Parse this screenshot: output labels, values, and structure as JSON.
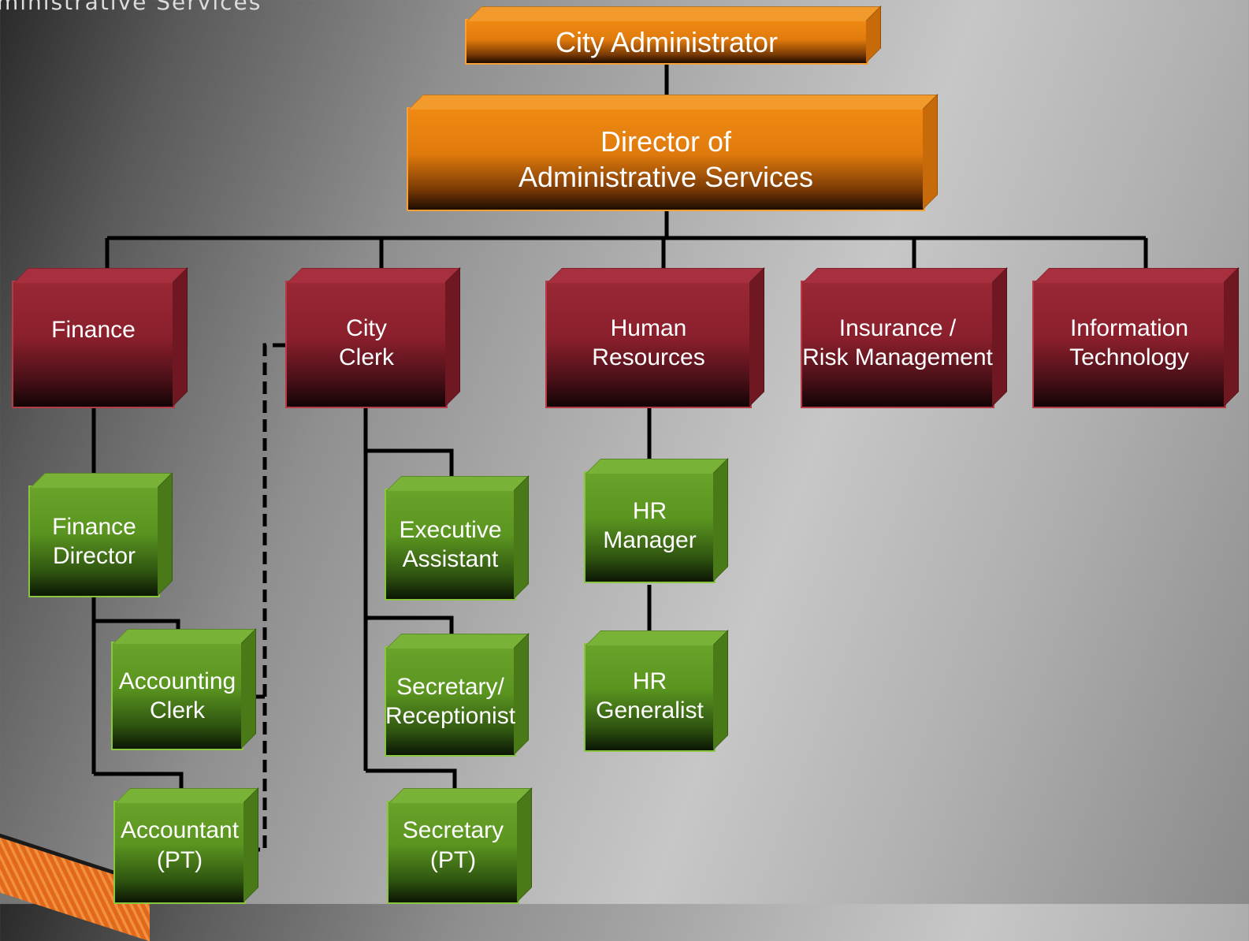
{
  "title_fragment": "ministrative Services",
  "nodes": {
    "city_administrator": "City Administrator",
    "director": "Director of\nAdministrative Services",
    "finance": "Finance",
    "city_clerk": "City\nClerk",
    "human_resources": "Human\nResources",
    "insurance": "Insurance /\nRisk Management",
    "information_technology": "Information\nTechnology",
    "finance_director": "Finance\nDirector",
    "accounting_clerk": "Accounting\nClerk",
    "accountant_pt": "Accountant\n(PT)",
    "executive_assistant": "Executive\nAssistant",
    "secretary_receptionist": "Secretary/\nReceptionist",
    "secretary_pt": "Secretary\n(PT)",
    "hr_manager": "HR\nManager",
    "hr_generalist": "HR\nGeneralist"
  },
  "colors": {
    "top_level": "#e07a0c",
    "department": "#8a1f2c",
    "position": "#5a9520",
    "connector": "#000000"
  }
}
